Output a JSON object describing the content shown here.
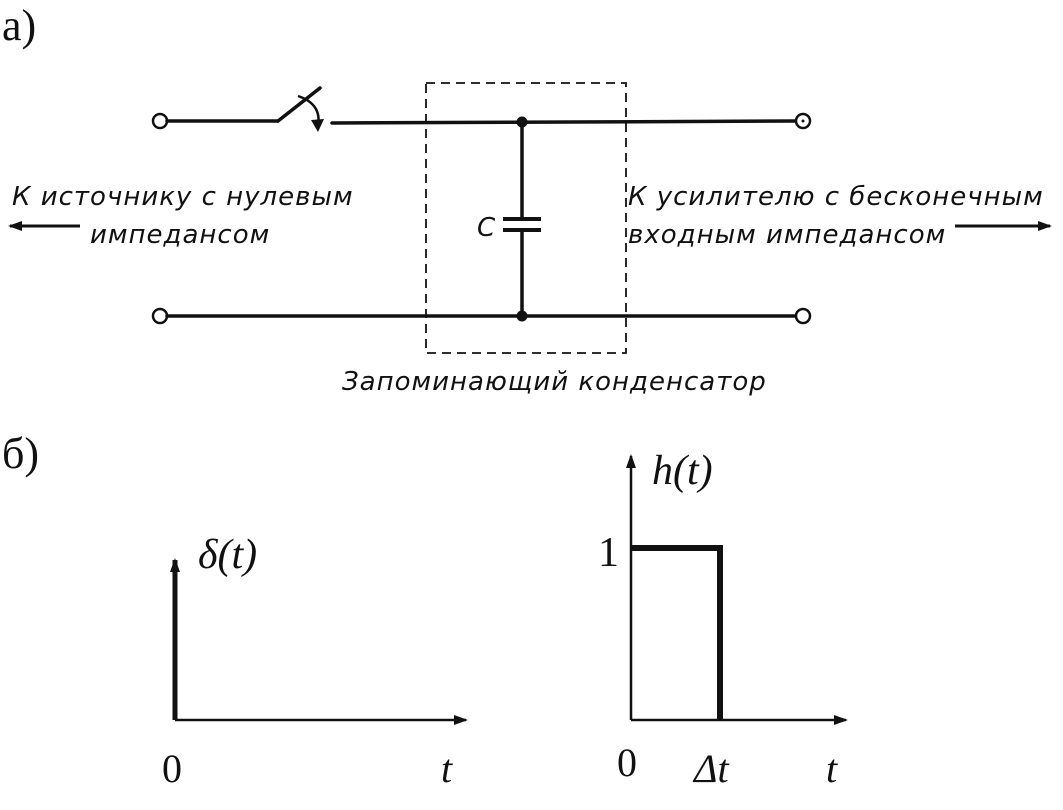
{
  "panel_a": {
    "label": "а)",
    "capacitor_label": "C",
    "left_text_line1": "К источнику с нулевым",
    "left_text_line2": "импедансом",
    "right_text_line1": "К усилителю с бесконечным",
    "right_text_line2": "входным импедансом",
    "box_caption": "Запоминающий конденсатор"
  },
  "panel_b": {
    "label": "б)",
    "left_plot": {
      "function_label": "δ(t)",
      "origin_label": "0",
      "axis_label": "t"
    },
    "right_plot": {
      "function_label": "h(t)",
      "level_label": "1",
      "origin_label": "0",
      "width_label": "Δt",
      "axis_label": "t",
      "level": 1
    }
  }
}
